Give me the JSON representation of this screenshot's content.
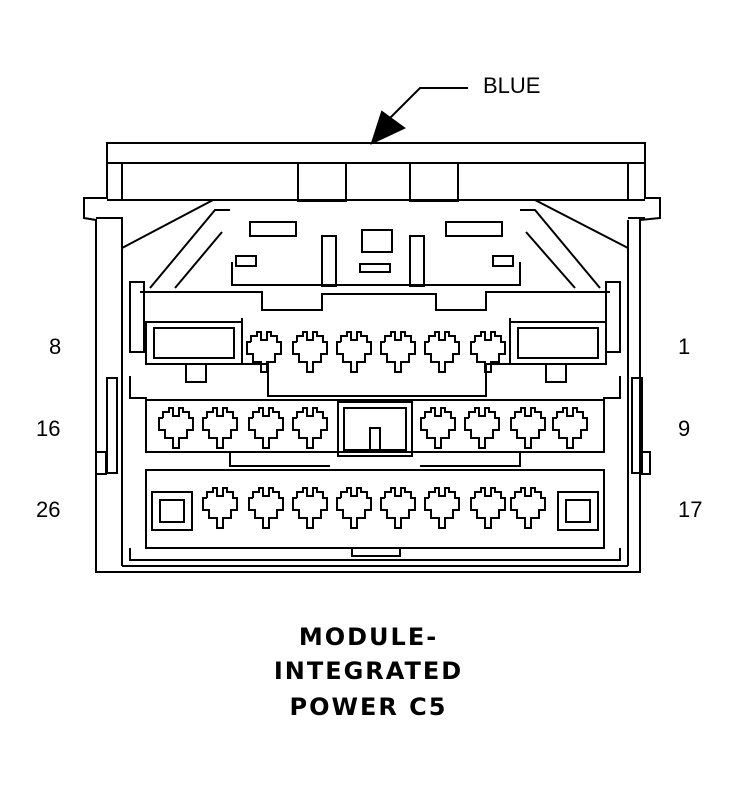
{
  "callout": {
    "color_label": "BLUE"
  },
  "pin_labels": {
    "row1_left": "8",
    "row1_right": "1",
    "row2_left": "16",
    "row2_right": "9",
    "row3_left": "26",
    "row3_right": "17"
  },
  "title": {
    "line1": "MODULE-",
    "line2": "INTEGRATED",
    "line3": "POWER C5"
  },
  "colors": {
    "ink": "#000000",
    "paper": "#ffffff"
  }
}
